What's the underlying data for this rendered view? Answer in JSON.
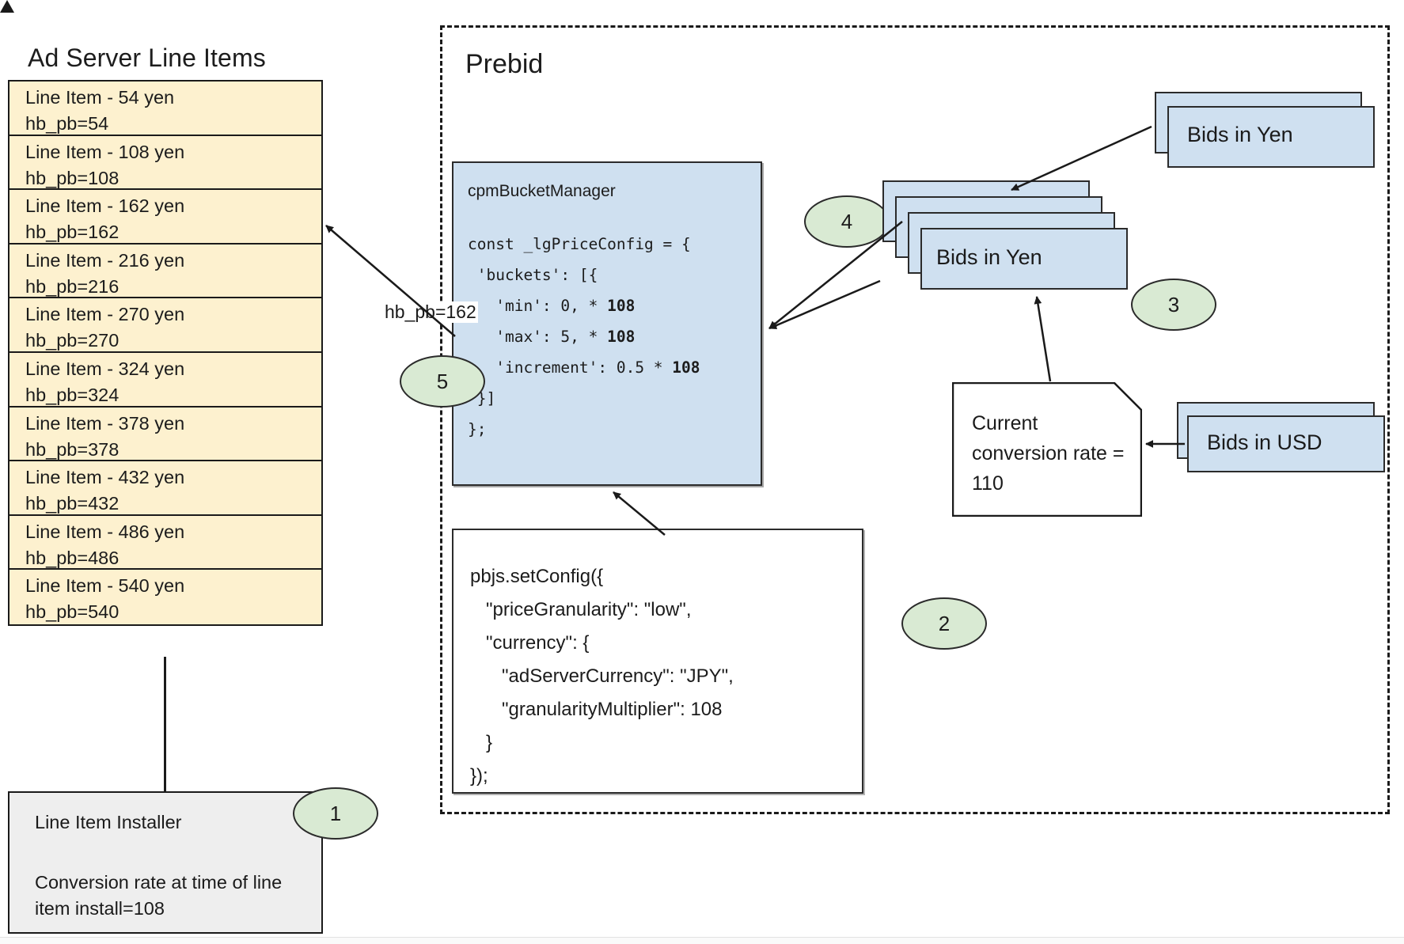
{
  "left_panel": {
    "title": "Ad Server Line Items",
    "line_items": [
      {
        "name": "Line Item - 54 yen",
        "key": "hb_pb=54"
      },
      {
        "name": "Line Item - 108 yen",
        "key": "hb_pb=108"
      },
      {
        "name": "Line Item - 162 yen",
        "key": "hb_pb=162"
      },
      {
        "name": "Line Item - 216 yen",
        "key": "hb_pb=216"
      },
      {
        "name": "Line Item - 270 yen",
        "key": "hb_pb=270"
      },
      {
        "name": "Line Item - 324 yen",
        "key": "hb_pb=324"
      },
      {
        "name": "Line Item - 378 yen",
        "key": "hb_pb=378"
      },
      {
        "name": "Line Item - 432 yen",
        "key": "hb_pb=432"
      },
      {
        "name": "Line Item - 486 yen",
        "key": "hb_pb=486"
      },
      {
        "name": "Line Item - 540 yen",
        "key": "hb_pb=540"
      }
    ],
    "installer": {
      "title": "Line Item Installer",
      "note": "Conversion rate at time of line item install=108"
    }
  },
  "prebid": {
    "title": "Prebid",
    "cpm_bucket_manager": {
      "name": "cpmBucketManager",
      "code": "const _lgPriceConfig = {\n 'buckets': [{\n   'min': 0, * 108\n   'max': 5, * 108\n   'increment': 0.5 * 108\n }]\n};"
    },
    "set_config": {
      "code": "pbjs.setConfig({\n   \"priceGranularity\": \"low\",\n   \"currency\": {\n      \"adServerCurrency\": \"JPY\",\n      \"granularityMultiplier\": 108\n   }\n});"
    },
    "bids_in_yen_stack_label": "Bids in Yen",
    "bids_in_yen_top_label": "Bids in Yen",
    "bids_in_usd_label": "Bids in USD",
    "conversion_note": "Current conversion rate = 110"
  },
  "edge_labels": {
    "hb_pb": "hb_pb=162"
  },
  "badges": {
    "one": "1",
    "two": "2",
    "three": "3",
    "four": "4",
    "five": "5"
  },
  "colors": {
    "line_item_fill": "#fdf1cf",
    "blue_fill": "#cfe0f0",
    "gray_fill": "#eeeeee",
    "badge_fill": "#d9ead3",
    "stroke": "#1a1a1a"
  }
}
